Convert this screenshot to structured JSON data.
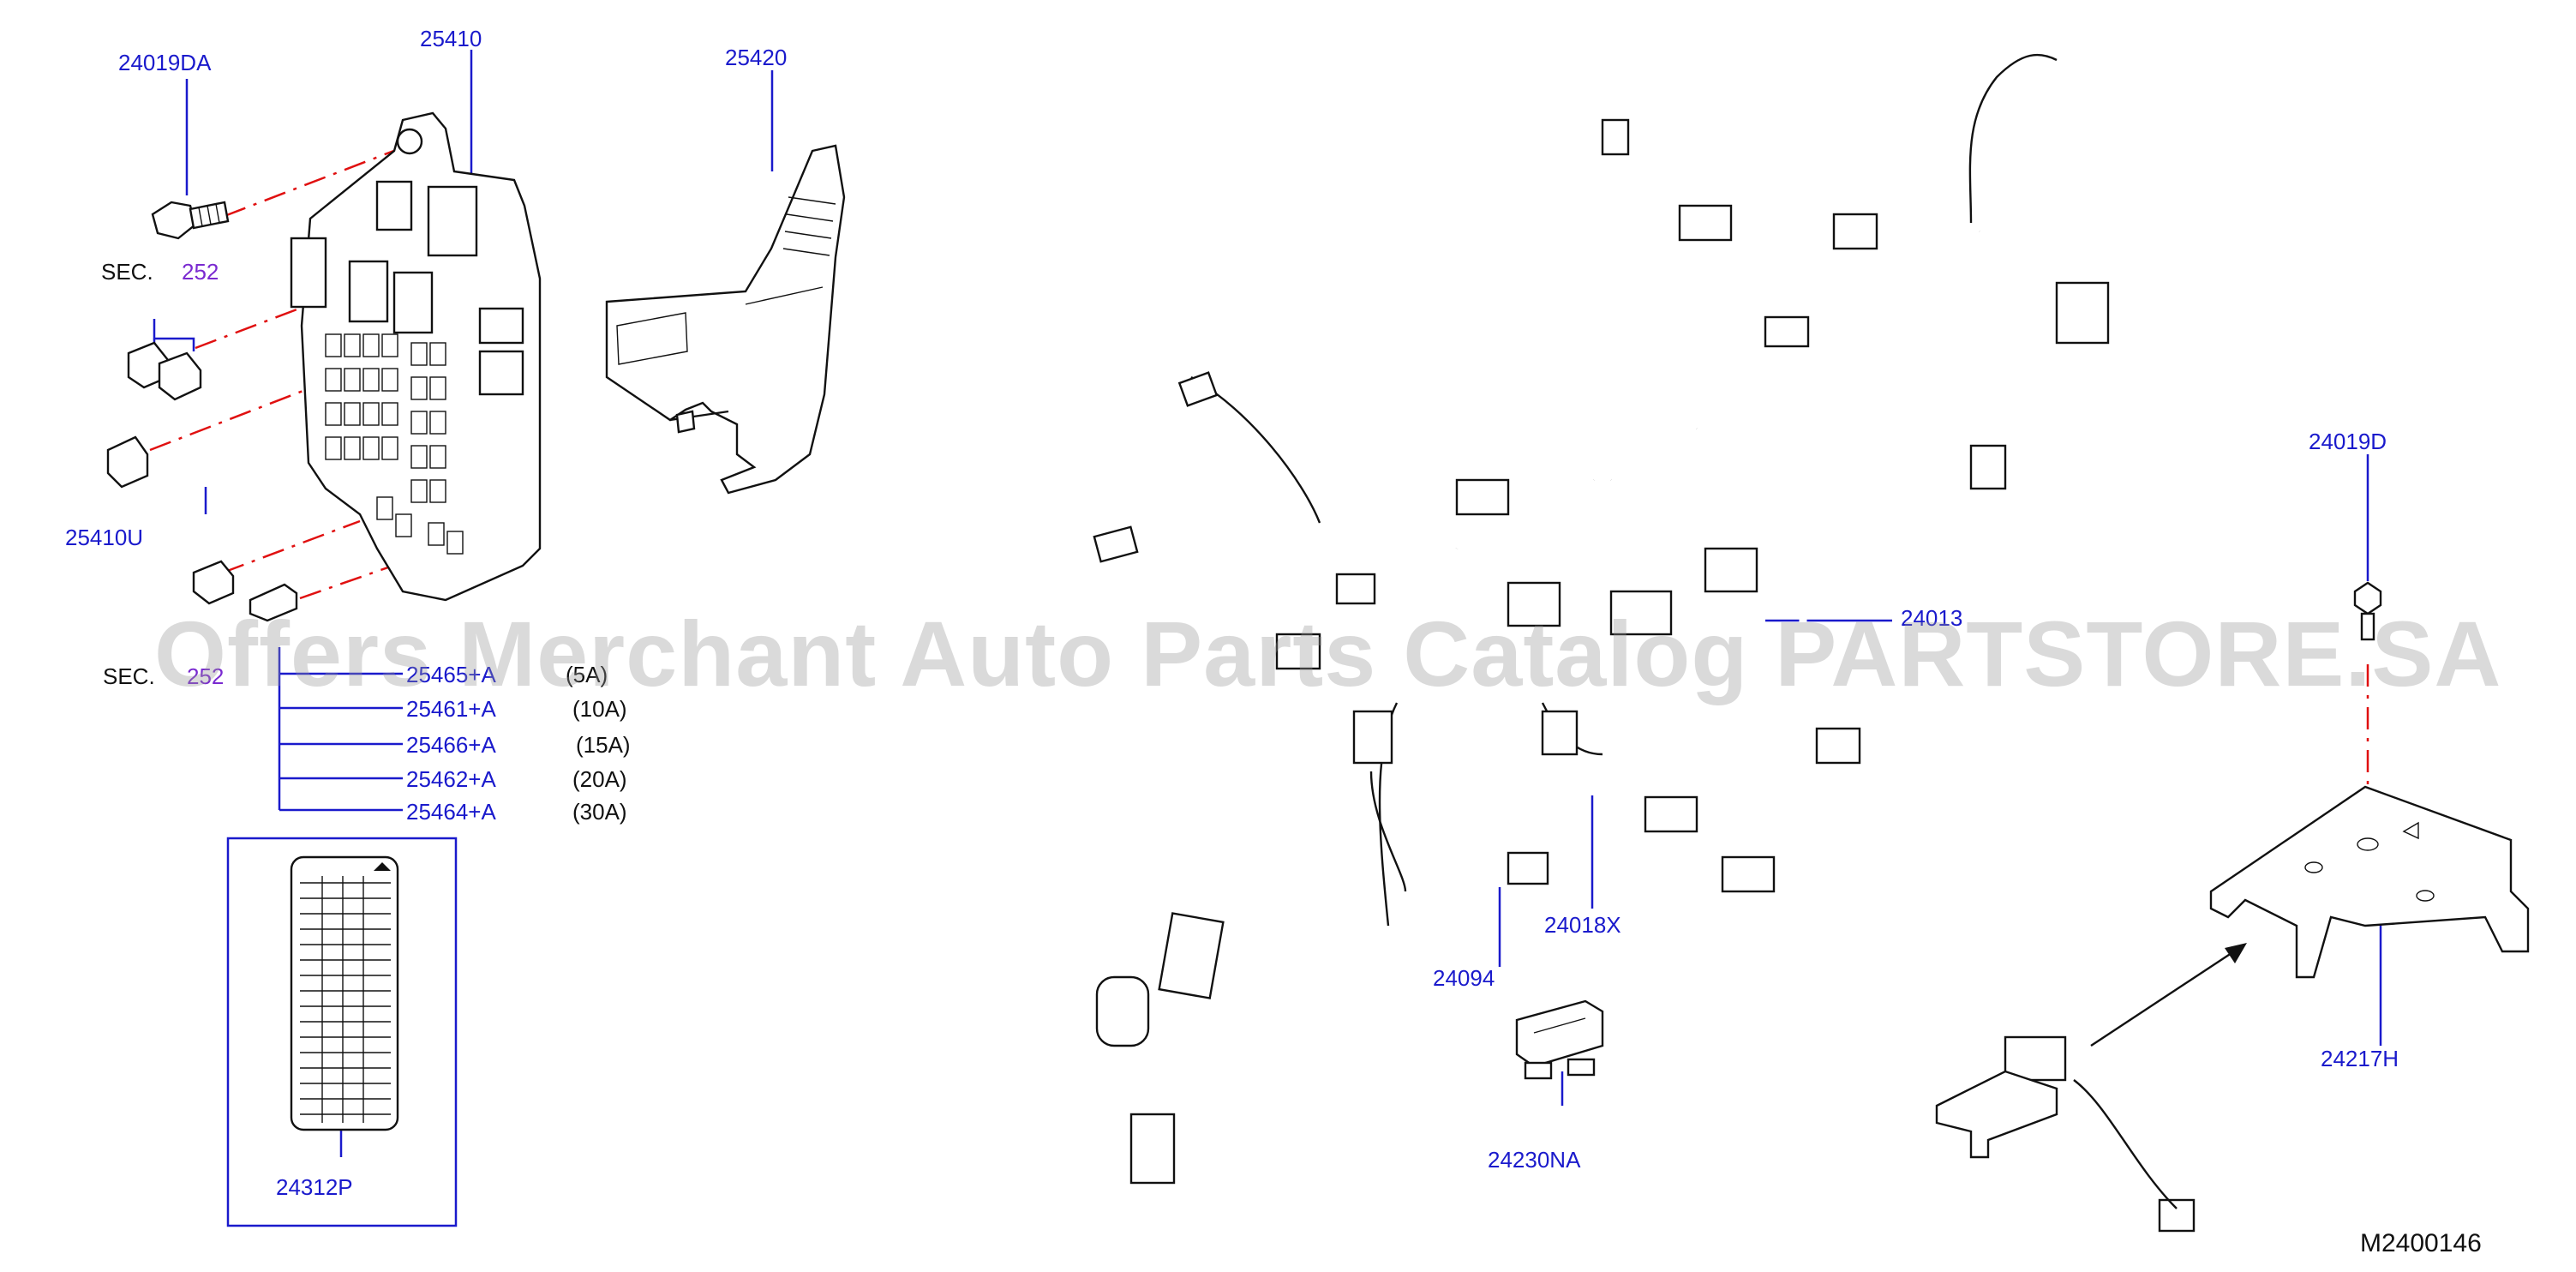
{
  "parts": {
    "p24019DA": "24019DA",
    "p25410": "25410",
    "p25420": "25420",
    "sec_top_prefix": "SEC.",
    "sec_top_num": "252",
    "p25410U": "25410U",
    "sec_bottom_prefix": "SEC.",
    "sec_bottom_num": "252",
    "fuse_25465": "25465+A",
    "fuse_25461": "25461+A",
    "fuse_25466": "25466+A",
    "fuse_25462": "25462+A",
    "fuse_25464": "25464+A",
    "amp_25465": "(5A)",
    "amp_25461": "(10A)",
    "amp_25466": "(15A)",
    "amp_25462": "(20A)",
    "amp_25464": "(30A)",
    "p24312P": "24312P",
    "p24013": "24013",
    "p24094": "24094",
    "p24018X": "24018X",
    "p24230NA": "24230NA",
    "p24019D": "24019D",
    "p24217H": "24217H"
  },
  "diagram_code": "M2400146",
  "watermark": "Offers Merchant Auto Parts Catalog PARTSTORE.SA",
  "colors": {
    "callout": "#1a1acc",
    "dashed_guide": "#e01010",
    "section_ref": "#7a2ad0",
    "outline": "#111111"
  }
}
